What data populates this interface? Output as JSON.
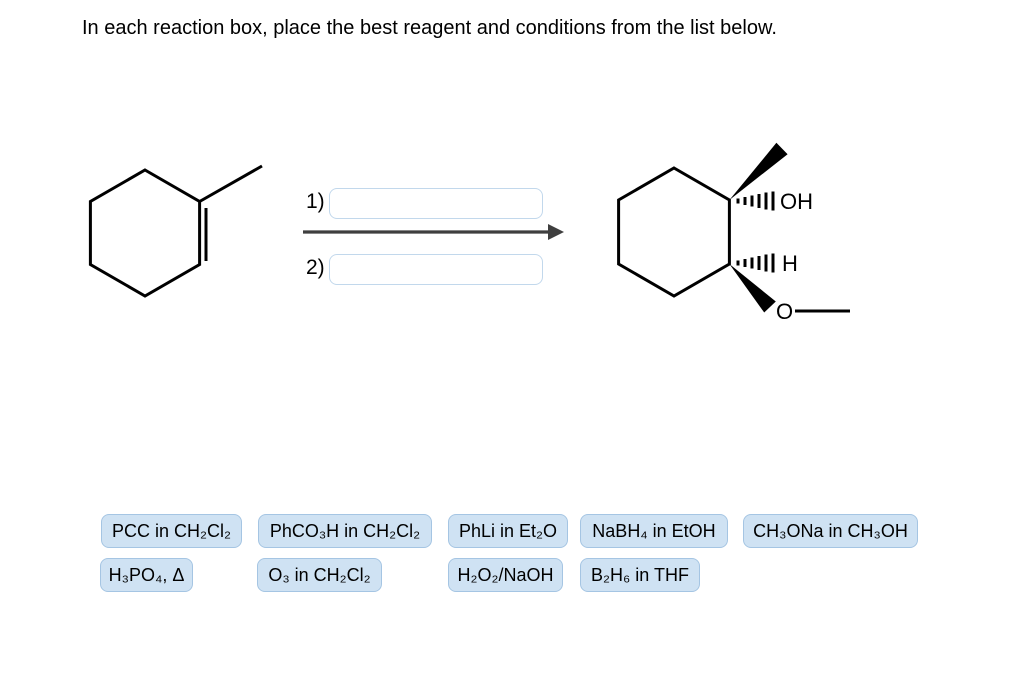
{
  "title": "In each reaction box, place the best reagent and conditions from the list below.",
  "reaction": {
    "steps": [
      {
        "label": "1)",
        "value": ""
      },
      {
        "label": "2)",
        "value": ""
      }
    ],
    "start_material": "1-methylcyclohexene structure",
    "product": {
      "labels": {
        "hydroxyl": "OH",
        "hydrogen": "H",
        "oxygen": "O"
      }
    }
  },
  "reagents": {
    "row1": [
      "PCC in CH₂Cl₂",
      "PhCO₃H in CH₂Cl₂",
      "PhLi in Et₂O",
      "NaBH₄ in EtOH",
      "CH₃ONa in CH₃OH"
    ],
    "row2": [
      "H₃PO₄, Δ",
      "O₃ in CH₂Cl₂",
      "H₂O₂/NaOH",
      "B₂H₆ in THF"
    ]
  },
  "colors": {
    "chip_fill": "#cfe2f3",
    "chip_border": "#a5c5e3",
    "input_border": "#c2d8ec",
    "arrow": "#3f3f3f",
    "ink": "#000000"
  }
}
